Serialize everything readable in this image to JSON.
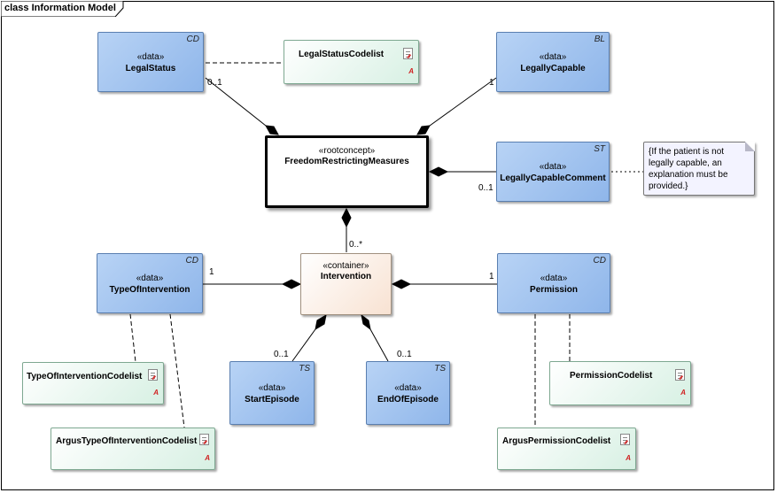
{
  "diagram": {
    "frame_label": "class Information Model",
    "classes": {
      "legal_status": {
        "stereotype": "«data»",
        "name": "LegalStatus",
        "tag": "CD"
      },
      "legally_capable": {
        "stereotype": "«data»",
        "name": "LegallyCapable",
        "tag": "BL"
      },
      "root": {
        "stereotype": "«rootconcept»",
        "name": "FreedomRestrictingMeasures"
      },
      "legally_capable_comment": {
        "stereotype": "«data»",
        "name": "LegallyCapableComment",
        "tag": "ST"
      },
      "type_of_intervention": {
        "stereotype": "«data»",
        "name": "TypeOfIntervention",
        "tag": "CD"
      },
      "intervention": {
        "stereotype": "«container»",
        "name": "Intervention"
      },
      "permission": {
        "stereotype": "«data»",
        "name": "Permission",
        "tag": "CD"
      },
      "start_episode": {
        "stereotype": "«data»",
        "name": "StartEpisode",
        "tag": "TS"
      },
      "end_of_episode": {
        "stereotype": "«data»",
        "name": "EndOfEpisode",
        "tag": "TS"
      }
    },
    "codelists": {
      "legal_status_codelist": {
        "name": "LegalStatusCodelist",
        "icon": "A"
      },
      "type_of_intervention_codelist": {
        "name": "TypeOfInterventionCodelist",
        "icon": "A"
      },
      "argus_type_of_intervention_codelist": {
        "name": "ArgusTypeOfInterventionCodelist",
        "icon": "A"
      },
      "permission_codelist": {
        "name": "PermissionCodelist",
        "icon": "A"
      },
      "argus_permission_codelist": {
        "name": "ArgusPermissionCodelist",
        "icon": "A"
      }
    },
    "note": {
      "text": "{If the patient is not\nlegally capable, an\nexplanation must be\nprovided.}"
    },
    "multiplicities": {
      "legal_status": "0..1",
      "legally_capable": "1",
      "legally_capable_comment": "0..1",
      "intervention": "0..*",
      "type_of_intervention": "1",
      "permission": "1",
      "start_episode": "0..1",
      "end_of_episode": "0..1"
    },
    "colors": {
      "data_fill": "#9fc2ef",
      "codelist_fill": "#d7f0e3",
      "container_fill": "#f8e2d2",
      "note_fill": "#f3f3ff"
    }
  }
}
